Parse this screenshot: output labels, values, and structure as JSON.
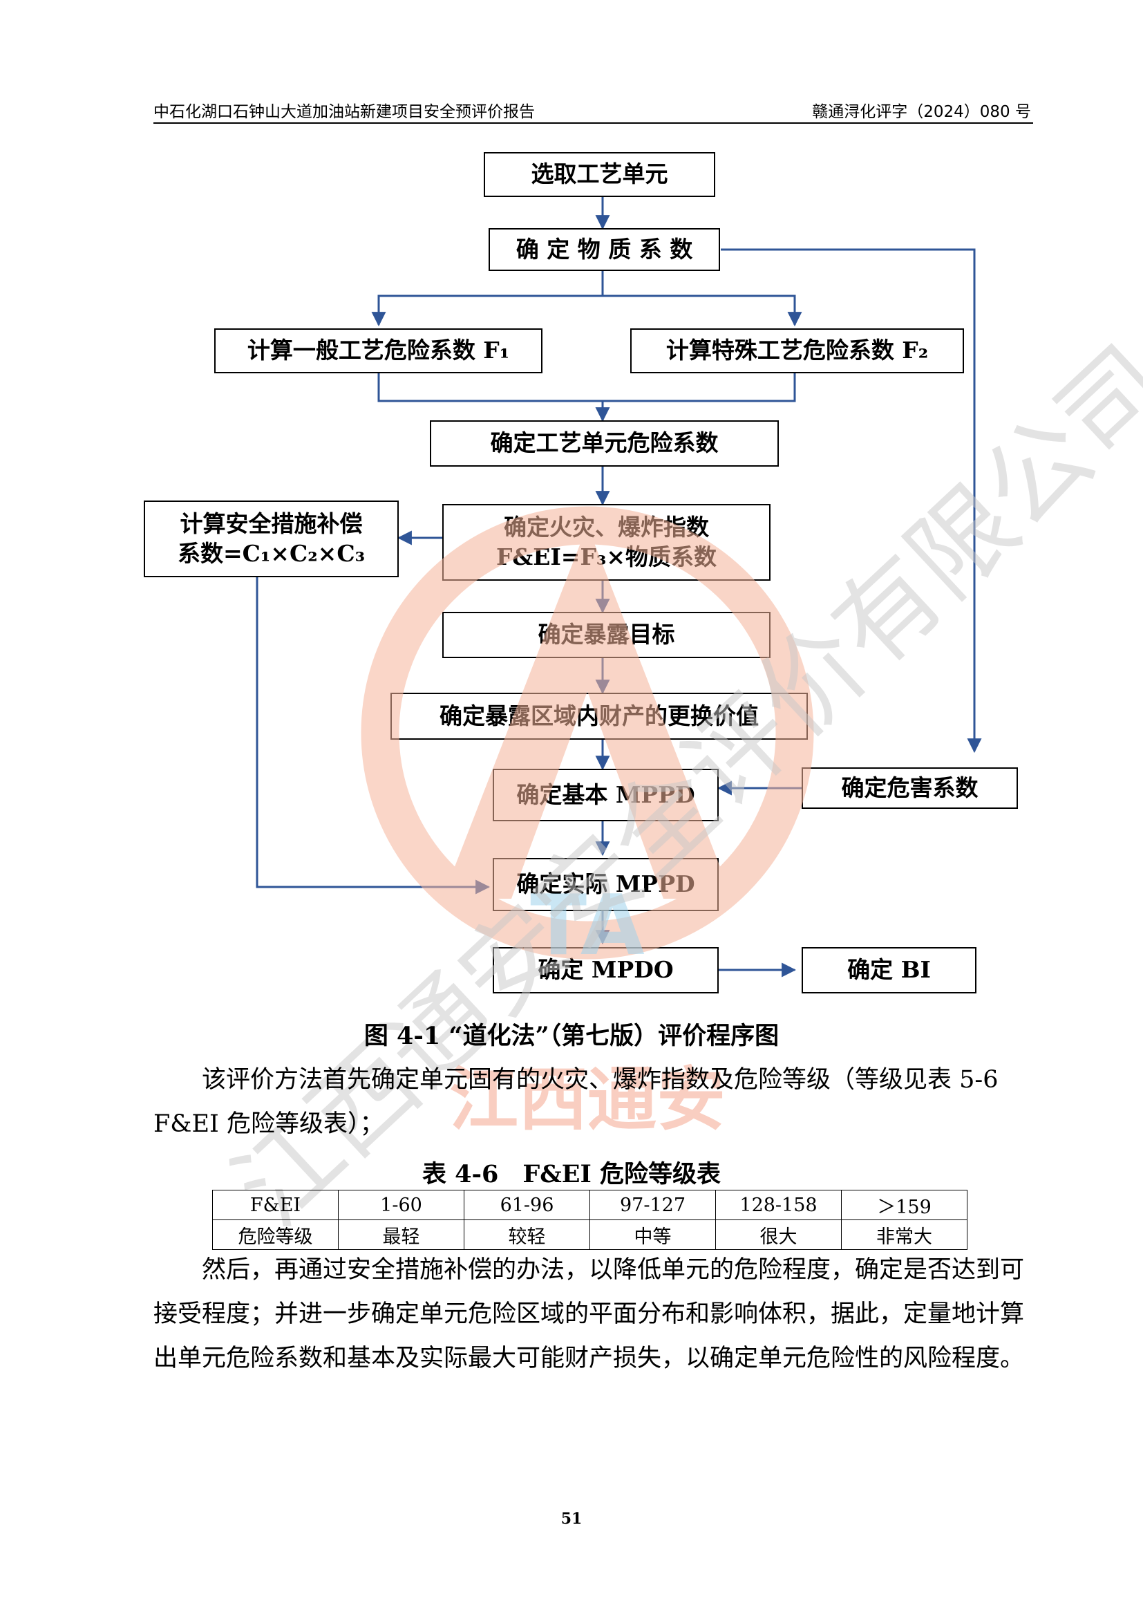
{
  "header": {
    "left": "中石化湖口石钟山大道加油站新建项目安全预评价报告",
    "right": "赣通浔化评字（2024）080 号"
  },
  "flowchart": {
    "nodes": {
      "select_unit": "选取工艺单元",
      "material_factor": "确 定 物 质 系 数",
      "general_factor": "计算一般工艺危险系数 F₁",
      "special_factor": "计算特殊工艺危险系数 F₂",
      "unit_hazard_factor": "确定工艺单元危险系数",
      "credit_factor_line1": "计算安全措施补偿",
      "credit_factor_line2": "系数=C₁×C₂×C₃",
      "fei_line1": "确定火灾、爆炸指数",
      "fei_line2": "F&EI=F₃×物质系数",
      "exposure": "确定暴露目标",
      "replacement_value": "确定暴露区域内财产的更换价值",
      "base_mppd": "确定基本 MPPD",
      "damage_factor": "确定危害系数",
      "actual_mppd": "确定实际 MPPD",
      "mpdo": "确定 MPDO",
      "bi": "确定 BI"
    }
  },
  "watermark": {
    "diagonal_text": "江西通安安全评价有限公司",
    "logo_text": "江西通安",
    "logo_letters": "TA",
    "colors": {
      "logo": "#f5b49a",
      "text": "#c8c8c8",
      "letters": "#9fd3ec"
    }
  },
  "arrow_color": "#2f5597",
  "figure_caption": "图 4-1 “道化法”（第七版）评价程序图",
  "paragraph1": "该评价方法首先确定单元固有的火灾、爆炸指数及危险等级（等级见表 5-6 F&EI 危险等级表）；",
  "table": {
    "caption": "表 4-6　F&EI 危险等级表",
    "rows": [
      [
        "F&EI",
        "1-60",
        "61-96",
        "97-127",
        "128-158",
        "＞159"
      ],
      [
        "危险等级",
        "最轻",
        "较轻",
        "中等",
        "很大",
        "非常大"
      ]
    ]
  },
  "paragraph2": "然后，再通过安全措施补偿的办法，以降低单元的危险程度，确定是否达到可接受程度；并进一步确定单元危险区域的平面分布和影响体积，据此，定量地计算出单元危险系数和基本及实际最大可能财产损失，以确定单元危险性的风险程度。",
  "page_number": "51"
}
